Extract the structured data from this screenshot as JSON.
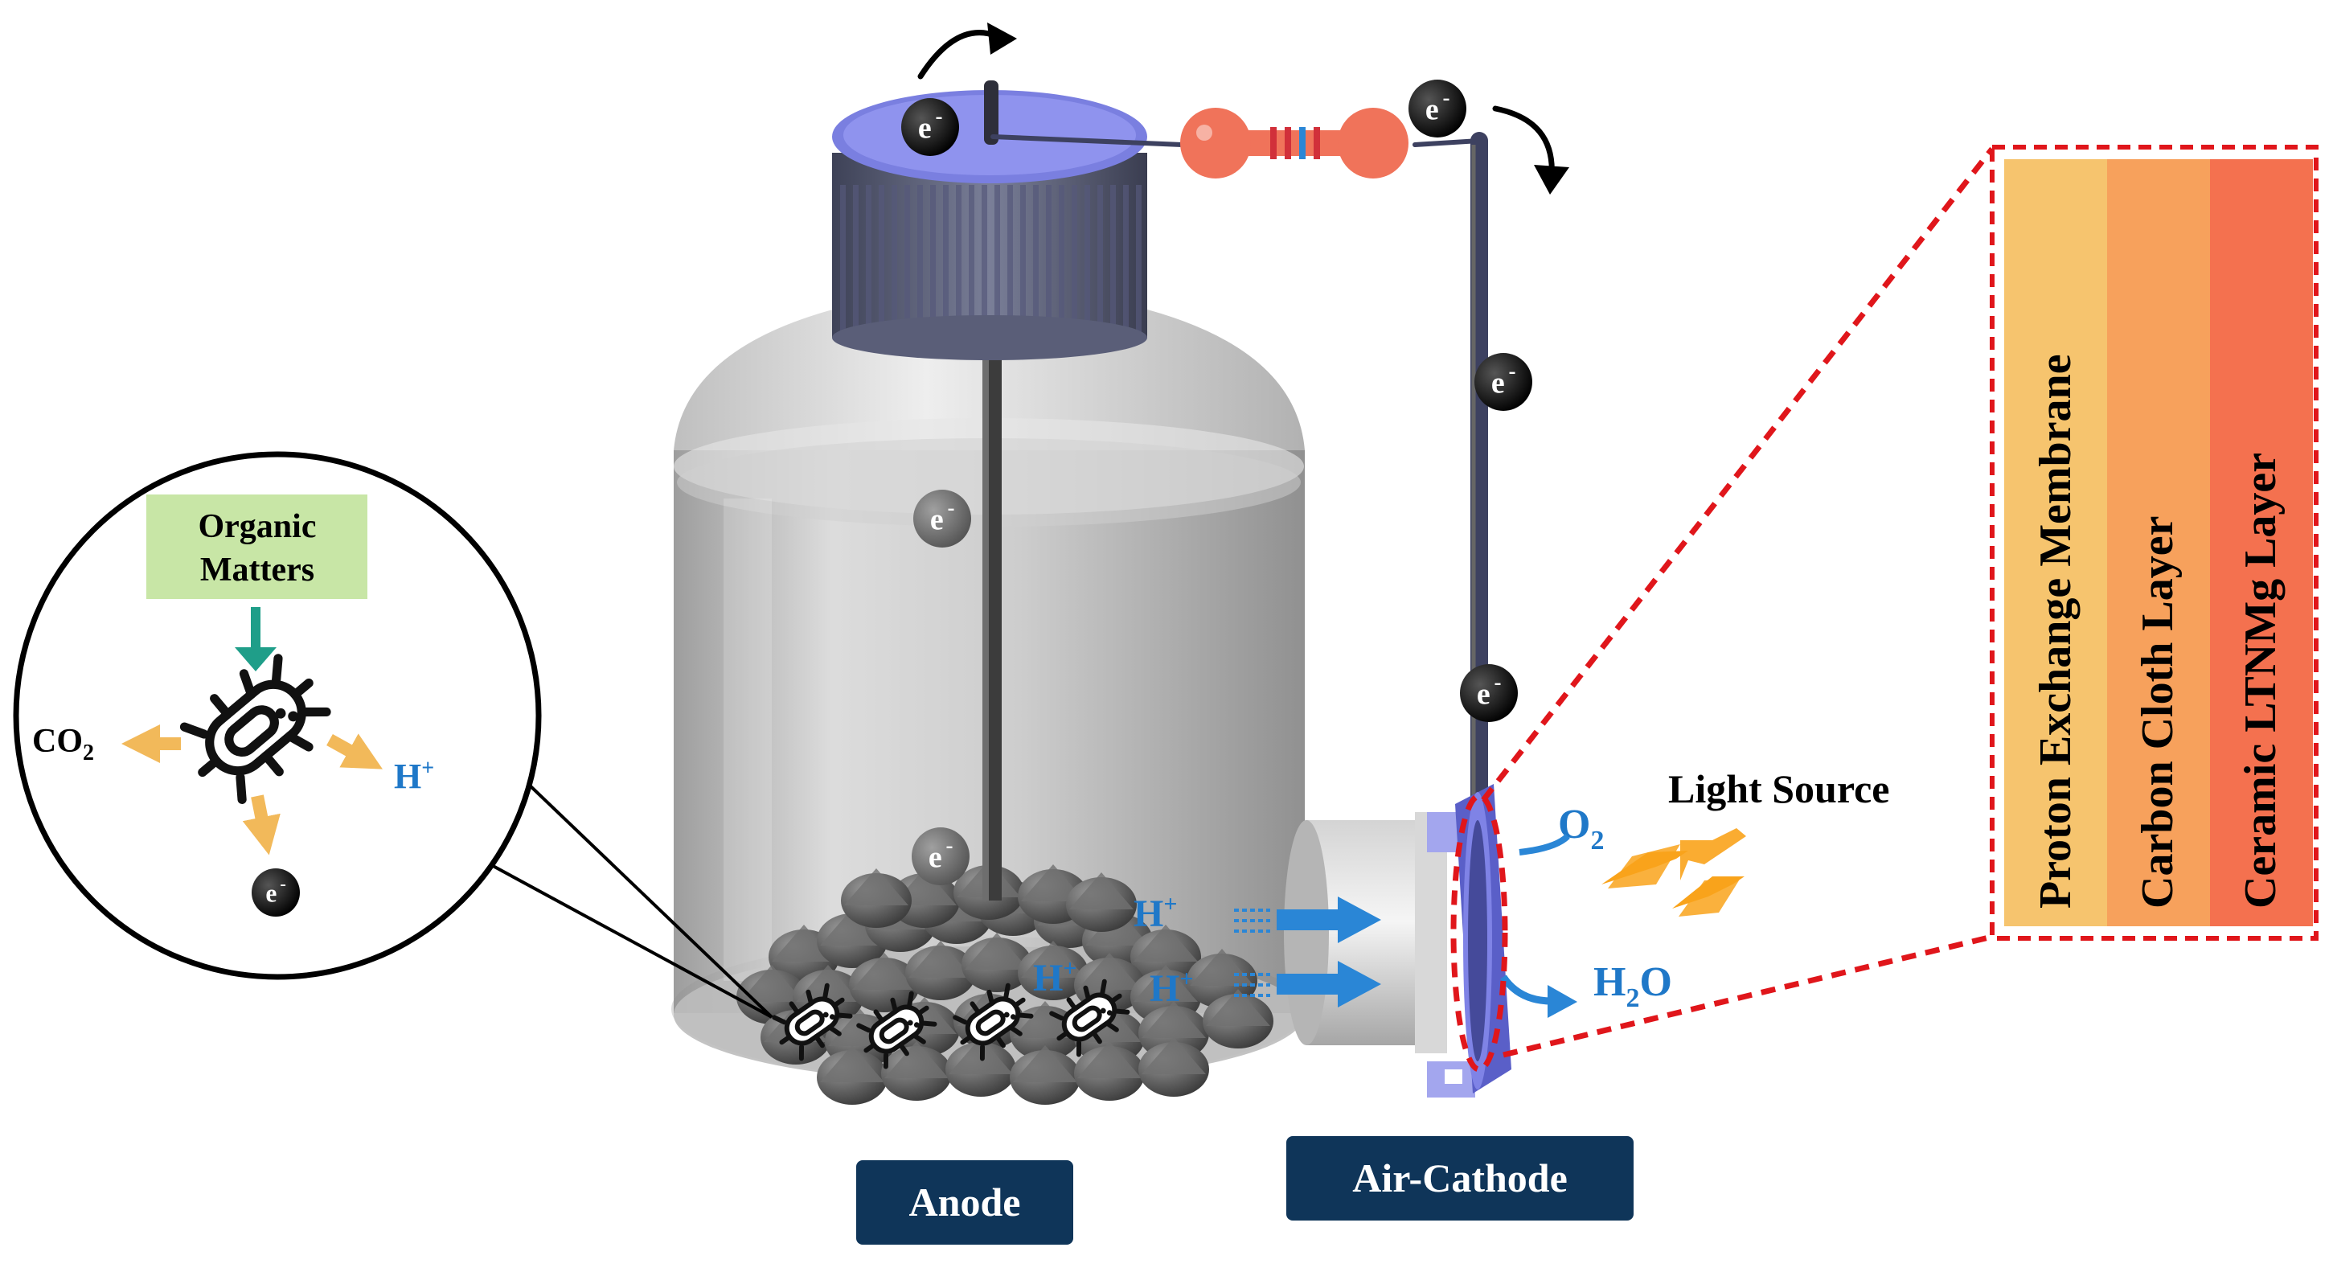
{
  "labels": {
    "electron": "e",
    "electron_sup": "-",
    "organic": [
      "Organic",
      "Matters"
    ],
    "co2_main": "CO",
    "co2_sub": "2",
    "h_main": "H",
    "h_sup": "+",
    "o2_main": "O",
    "o2_sub": "2",
    "h2o_pre": "H",
    "h2o_sub": "2",
    "h2o_post": "O",
    "light_source": "Light Source",
    "anode": "Anode",
    "cathode": "Air-Cathode"
  },
  "layers": [
    {
      "label": "Proton Exchange Membrane",
      "color": "#f6c46e"
    },
    {
      "label": "Carbon Cloth Layer",
      "color": "#f7a15c"
    },
    {
      "label": "Ceramic LTNMg Layer",
      "color": "#f4714f"
    }
  ],
  "colors": {
    "navy": "#0f3559",
    "blue_text": "#1f78c8",
    "arrow_blue": "#2a86d6",
    "arrow_orange": "#f2b95a",
    "teal": "#1f9e89",
    "organic_box": "#c8e6a6",
    "cap": "#7a7fe0",
    "wire": "#3d4160",
    "resistor": "#f0735a",
    "dash_red": "#e0161b",
    "bolt": "#f9a31b"
  },
  "icons": [
    "bacterium-icon",
    "lightning-bolt-icon",
    "electron-icon",
    "resistor-icon",
    "curved-arrow-icon"
  ]
}
